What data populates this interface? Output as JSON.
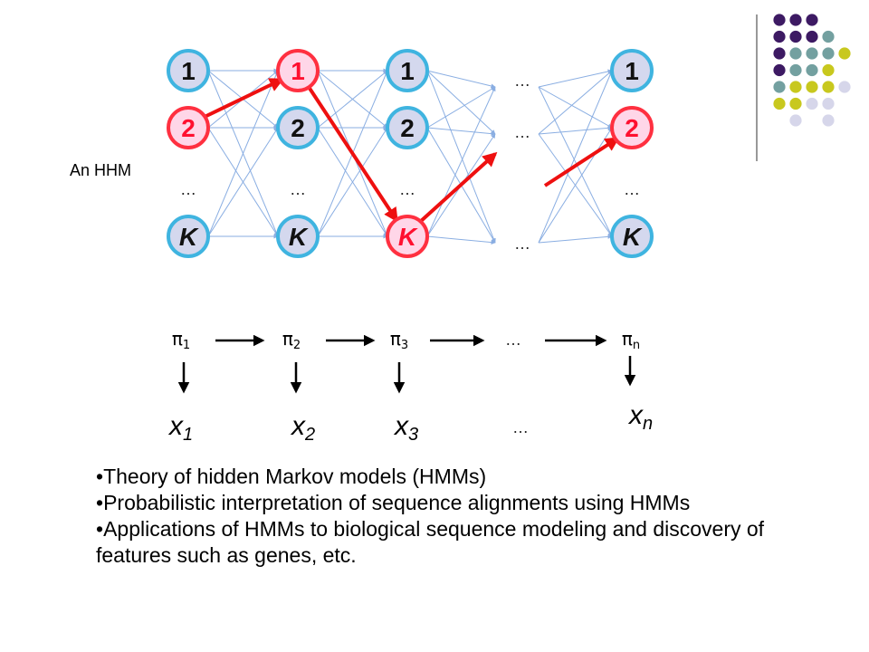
{
  "side_label": "An HHM",
  "columns": [
    {
      "state_1": "1",
      "state_2": "2",
      "ellipsis": "…",
      "state_k": "K"
    },
    {
      "state_1": "1",
      "state_2": "2",
      "ellipsis": "…",
      "state_k": "K"
    },
    {
      "state_1": "1",
      "state_2": "2",
      "ellipsis": "…",
      "state_k": "K"
    },
    {
      "state_1": "…",
      "state_2": "…",
      "state_k": "…"
    },
    {
      "state_1": "1",
      "state_2": "2",
      "ellipsis": "…",
      "state_k": "K"
    }
  ],
  "path_states": [
    "2",
    "1",
    "K",
    "…",
    "2"
  ],
  "colors": {
    "node_fill": "#d4d8ee",
    "node_border": "#3fb4e0",
    "path_fill": "#ffd6e8",
    "path_border": "#ff3040",
    "path_label": "#ff1030",
    "label": "#111111",
    "edge": "#8aaee2",
    "path_arrow": "#ee1010",
    "sequence_arrow": "#000000",
    "decor_purple": "#3d1a63",
    "decor_teal": "#73a0a0",
    "decor_yellow": "#c8c81e",
    "decor_lavender": "#d6d6ea",
    "decor_line": "#555555"
  },
  "states_sequence": [
    {
      "symbol": "π",
      "sub": "1"
    },
    {
      "symbol": "π",
      "sub": "2"
    },
    {
      "symbol": "π",
      "sub": "3"
    },
    {
      "symbol": "…",
      "sub": ""
    },
    {
      "symbol": "π",
      "sub": "n"
    }
  ],
  "observations": [
    {
      "symbol": "x",
      "sub": "1"
    },
    {
      "symbol": "x",
      "sub": "2"
    },
    {
      "symbol": "x",
      "sub": "3"
    },
    {
      "symbol": "…",
      "sub": ""
    },
    {
      "symbol": "x",
      "sub": "n"
    }
  ],
  "bullets": [
    "Theory of hidden Markov models (HMMs)",
    "Probabilistic interpretation of sequence alignments using HMMs",
    "Applications of HMMs to biological sequence modeling and discovery of features such as genes, etc."
  ],
  "decor_pattern": [
    [
      "purple",
      "purple",
      "purple",
      "",
      ""
    ],
    [
      "purple",
      "purple",
      "purple",
      "teal",
      ""
    ],
    [
      "purple",
      "teal",
      "teal",
      "teal",
      "yellow"
    ],
    [
      "purple",
      "teal",
      "teal",
      "yellow",
      ""
    ],
    [
      "teal",
      "yellow",
      "yellow",
      "yellow",
      "lavender"
    ],
    [
      "yellow",
      "yellow",
      "lavender",
      "lavender",
      ""
    ],
    [
      "",
      "lavender",
      "",
      "lavender",
      ""
    ]
  ]
}
